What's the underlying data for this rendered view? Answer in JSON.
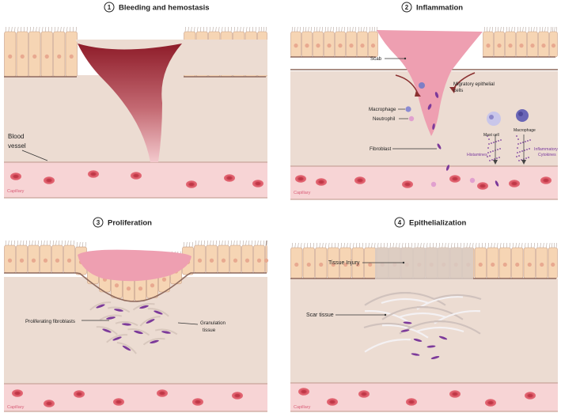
{
  "panels": [
    {
      "number": "1",
      "title": "Bleeding and hemostasis"
    },
    {
      "number": "2",
      "title": "Inflammation"
    },
    {
      "number": "3",
      "title": "Proliferation"
    },
    {
      "number": "4",
      "title": "Epithelialization"
    }
  ],
  "labels": {
    "blood_vessel_1": "Blood",
    "blood_vessel_2": "vessel",
    "capillary": "Capillary",
    "scab": "Scab",
    "migratory_1": "Migratory epithelial",
    "migratory_2": "cells",
    "macrophage": "Macrophage",
    "neutrophil": "Neutrophil",
    "mast_cell": "Mast cell",
    "macrophage_right": "Macrophage",
    "fibroblast": "Fibroblast",
    "histamines": "Histamines",
    "inflammatory_1": "Inflammatory",
    "inflammatory_2": "Cytokines",
    "proliferating": "Proliferating fibroblasts",
    "granulation_1": "Granulation",
    "granulation_2": "tissue",
    "tissue_injury": "Tissue Injury",
    "scar_tissue": "Scar tissue"
  },
  "colors": {
    "epidermis": "#f6d5b4",
    "dermis": "#ecdcd2",
    "vessel": "#f7d4d5",
    "rbc": "#d94a5a",
    "blood_dark": "#8e1c29",
    "scab": "#ee9fb1",
    "fibroblast": "#7c3a9a"
  }
}
